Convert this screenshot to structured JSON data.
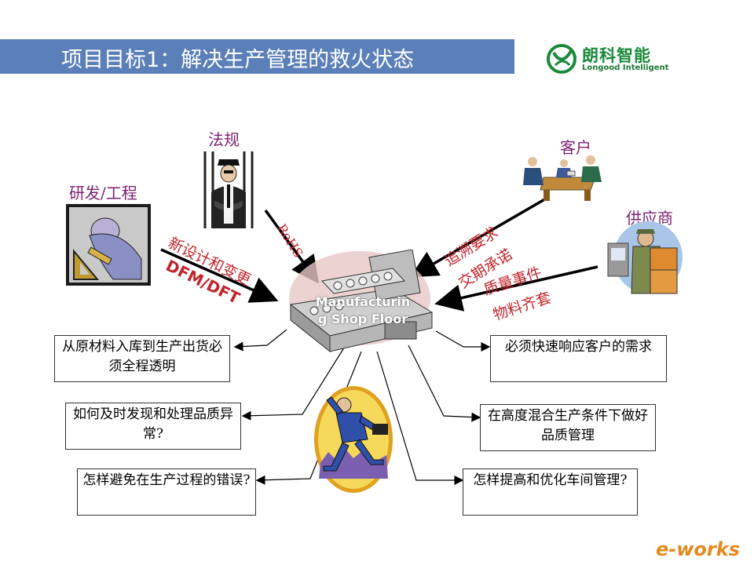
{
  "title": "项目目标1：解决生产管理的救火状态",
  "logo": {
    "cn": "朗科智能",
    "en": "Longood Intelligent",
    "icon": "longood-logo-icon"
  },
  "sources": {
    "regulation": "法规",
    "rnd": "研发/工程",
    "customer": "客户",
    "supplier": "供应商"
  },
  "arrow_labels": {
    "rohs": "RoHS",
    "new_design": "新设计和变更",
    "dfm": "DFM/DFT",
    "trace": "追溯要求",
    "delivery": "交期承诺",
    "quality_event": "质量事件",
    "materials": "物料齐套"
  },
  "center": {
    "line1": "Manufacturin",
    "line2": "g Shop Floor"
  },
  "issues": {
    "left1": "从原材料入库到生产出货必须全程透明",
    "left2": "如何及时发现和处理品质异常?",
    "left3": "怎样避免在生产过程的错误?",
    "right1": "必须快速响应客户的需求",
    "right2": "在高度混合生产条件下做好品质管理",
    "right3": "怎样提高和优化车间管理?"
  },
  "watermark": "e-works"
}
